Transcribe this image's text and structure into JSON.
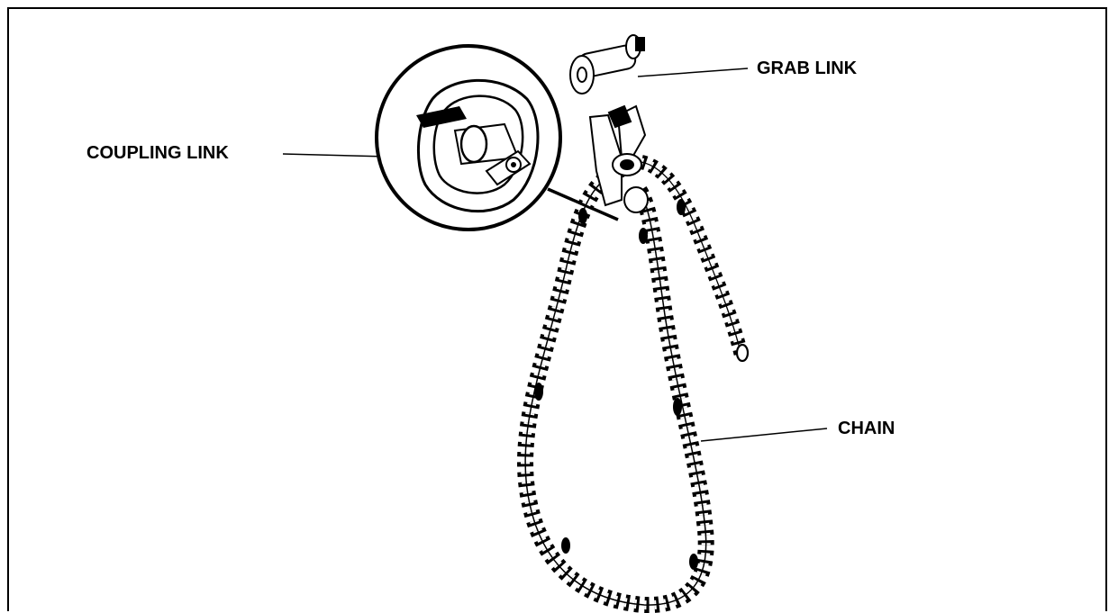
{
  "labels": {
    "grab_link": "GRAB LINK",
    "coupling_link": "COUPLING LINK",
    "chain": "CHAIN"
  },
  "colors": {
    "ink": "#000000",
    "paper": "#ffffff"
  }
}
